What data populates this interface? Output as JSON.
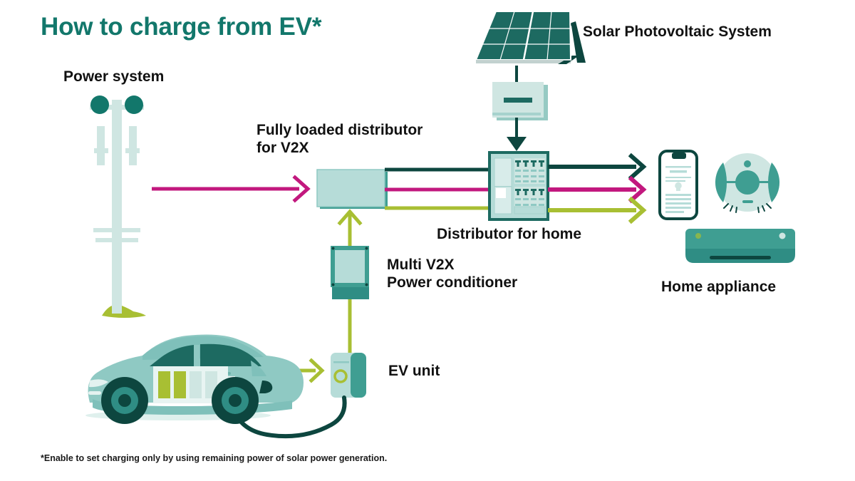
{
  "title": "How to charge from EV*",
  "footnote": "*Enable to set charging only by using remaining power of solar power generation.",
  "labels": {
    "power_system": "Power system",
    "v2x_distributor": "Fully loaded distributor\nfor V2X",
    "solar": "Solar Photovoltaic System",
    "distributor_home": "Distributor for home",
    "power_conditioner": "Multi V2X\nPower conditioner",
    "ev_unit": "EV unit",
    "home_appliance": "Home appliance"
  },
  "colors": {
    "title_teal": "#12776b",
    "dark_teal": "#0d463f",
    "mid_teal": "#3f9e92",
    "light_teal": "#b6dcd8",
    "pale_mint": "#cfe6e2",
    "magenta": "#c2187e",
    "olive": "#a8bf33",
    "text": "#111111",
    "white": "#ffffff"
  },
  "flows": [
    {
      "name": "grid-to-v2x",
      "color": "#c2187e",
      "from": "power-system",
      "to": "v2x-distributor"
    },
    {
      "name": "v2x-to-home-teal",
      "color": "#0d463f",
      "from": "v2x-distributor",
      "to": "home-distributor"
    },
    {
      "name": "v2x-to-home-magenta",
      "color": "#c2187e",
      "from": "v2x-distributor",
      "to": "home-distributor"
    },
    {
      "name": "v2x-to-home-olive",
      "color": "#a8bf33",
      "from": "v2x-distributor",
      "to": "home-distributor"
    },
    {
      "name": "home-to-appliance-teal",
      "color": "#0d463f",
      "from": "home-distributor",
      "to": "home-appliance"
    },
    {
      "name": "home-to-appliance-magenta",
      "color": "#c2187e",
      "from": "home-distributor",
      "to": "home-appliance"
    },
    {
      "name": "home-to-appliance-olive",
      "color": "#a8bf33",
      "from": "home-distributor",
      "to": "home-appliance"
    },
    {
      "name": "solar-to-inverter",
      "color": "#0d463f",
      "from": "solar-panel",
      "to": "solar-inverter"
    },
    {
      "name": "inverter-to-home-distributor",
      "color": "#0d463f",
      "from": "solar-inverter",
      "to": "home-distributor"
    },
    {
      "name": "conditioner-to-v2x",
      "color": "#a8bf33",
      "from": "power-conditioner",
      "to": "v2x-distributor"
    },
    {
      "name": "ev-unit-to-conditioner",
      "color": "#a8bf33",
      "from": "ev-unit",
      "to": "power-conditioner"
    },
    {
      "name": "car-to-ev-unit",
      "color": "#a8bf33",
      "from": "ev-car",
      "to": "ev-unit"
    }
  ],
  "ev_car": {
    "battery_bars_filled": 2,
    "battery_bars_empty": 2
  },
  "appliances": [
    "smartphone",
    "robot-vacuum",
    "air-conditioner"
  ],
  "home_distributor": {
    "breaker_rows": 2,
    "breakers_per_row": 4
  }
}
